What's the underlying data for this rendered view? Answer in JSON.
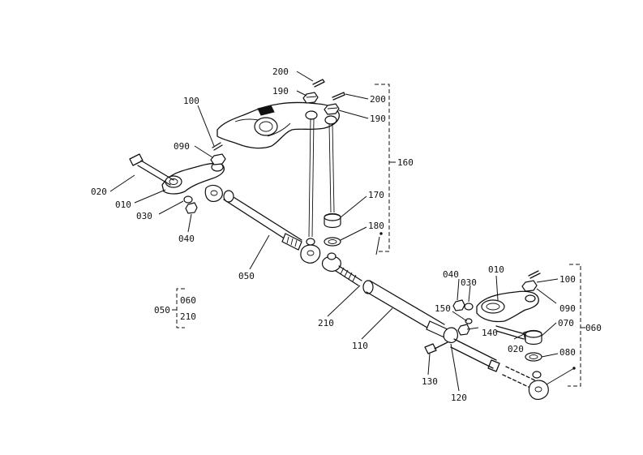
{
  "labels": {
    "l200a": "200",
    "l200b": "200",
    "l190a": "190",
    "l190b": "190",
    "l100a": "100",
    "l100b": "100",
    "l090a": "090",
    "l090b": "090",
    "l020a": "020",
    "l020b": "020",
    "l010a": "010",
    "l010b": "010",
    "l030a": "030",
    "l030b": "030",
    "l040a": "040",
    "l040b": "040",
    "l050": "050",
    "l050grp": "050",
    "l060grp": "060",
    "l210grp": "210",
    "l060": "060",
    "l160": "160",
    "l170": "170",
    "l180": "180",
    "l210": "210",
    "l110": "110",
    "l120": "120",
    "l130": "130",
    "l140": "140",
    "l150": "150",
    "l070": "070",
    "l080": "080"
  }
}
